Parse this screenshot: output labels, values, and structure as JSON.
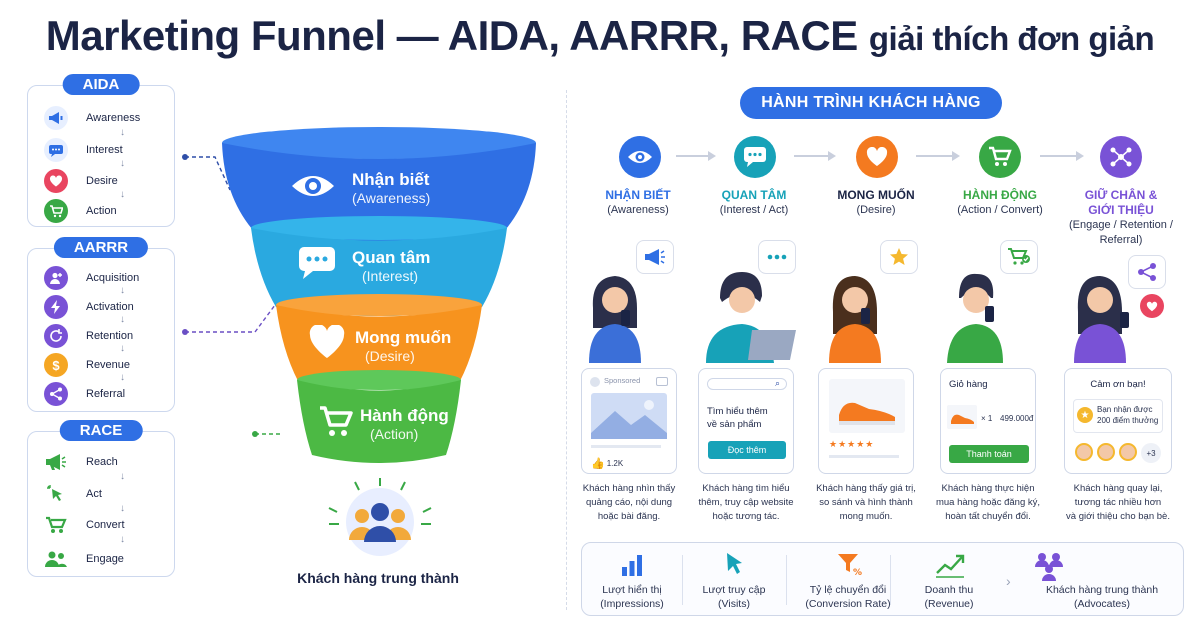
{
  "title": {
    "main": "Marketing Funnel — AIDA, AARRR, RACE",
    "suffix": "giải thích đơn giản"
  },
  "aida": {
    "title": "AIDA",
    "items": [
      "Awareness",
      "Interest",
      "Desire",
      "Action"
    ]
  },
  "aarrr": {
    "title": "AARRR",
    "items": [
      "Acquisition",
      "Activation",
      "Retention",
      "Revenue",
      "Referral"
    ]
  },
  "race": {
    "title": "RACE",
    "items": [
      "Reach",
      "Act",
      "Convert",
      "Engage"
    ]
  },
  "funnel": [
    {
      "label": "Nhận biết",
      "sub": "(Awareness)",
      "color": "#2f6fe4"
    },
    {
      "label": "Quan tâm",
      "sub": "(Interest)",
      "color": "#2aa9e0"
    },
    {
      "label": "Mong muốn",
      "sub": "(Desire)",
      "color": "#f7931e"
    },
    {
      "label": "Hành động",
      "sub": "(Action)",
      "color": "#4cb944"
    }
  ],
  "funnel_bottom": "Khách hàng trung thành",
  "journey": {
    "title": "HÀNH TRÌNH KHÁCH HÀNG",
    "stages": [
      {
        "title": "NHẬN BIẾT",
        "sub": "(Awareness)",
        "color": "#2f6fe4",
        "icon": "eye-icon"
      },
      {
        "title": "QUAN TÂM",
        "sub": "(Interest / Act)",
        "color": "#17a2b8",
        "icon": "chat-icon"
      },
      {
        "title": "MONG MUỐN",
        "sub": "(Desire)",
        "color": "#f47a20",
        "icon": "heart-icon"
      },
      {
        "title": "HÀNH ĐỘNG",
        "sub": "(Action / Convert)",
        "color": "#38a845",
        "icon": "cart-icon"
      },
      {
        "title": "GIỮ CHÂN &",
        "title2": "GIỚI THIỆU",
        "sub": "(Engage / Retention /",
        "sub2": "Referral)",
        "color": "#7952d6",
        "icon": "share-icon"
      }
    ],
    "cards": {
      "sponsored": "Sponsored",
      "likes": "1.2K",
      "search_title": "Tìm hiểu thêm",
      "search_title2": "về sản phẩm",
      "read_more": "Đọc thêm",
      "cart_title": "Giỏ hàng",
      "qty": "× 1",
      "price": "499.000đ",
      "checkout": "Thanh toán",
      "thanks": "Cảm ơn bạn!",
      "reward": "Bạn nhận được",
      "reward2": "200 điểm thưởng",
      "plus": "+3"
    },
    "descs": [
      [
        "Khách hàng nhìn thấy",
        "quảng cáo, nội dung",
        "hoặc bài đăng."
      ],
      [
        "Khách hàng tìm hiểu",
        "thêm, truy cập website",
        "hoặc tương tác."
      ],
      [
        "Khách hàng thấy giá trị,",
        "so sánh và hình thành",
        "mong muốn."
      ],
      [
        "Khách hàng thực hiện",
        "mua hàng hoặc đăng ký,",
        "hoàn tất chuyển đổi."
      ],
      [
        "Khách hàng quay lại,",
        "tương tác nhiều hơn",
        "và giới thiệu cho bạn bè."
      ]
    ]
  },
  "metrics": [
    {
      "label": "Lượt hiển thị",
      "sub": "(Impressions)",
      "color": "#2f6fe4"
    },
    {
      "label": "Lượt truy cập",
      "sub": "(Visits)",
      "color": "#17a2b8"
    },
    {
      "label": "Tỷ lệ chuyển đổi",
      "sub": "(Conversion Rate)",
      "color": "#f47a20"
    },
    {
      "label": "Doanh thu",
      "sub": "(Revenue)",
      "color": "#38a845"
    },
    {
      "label": "Khách hàng trung thành",
      "sub": "(Advocates)",
      "color": "#7952d6"
    }
  ]
}
